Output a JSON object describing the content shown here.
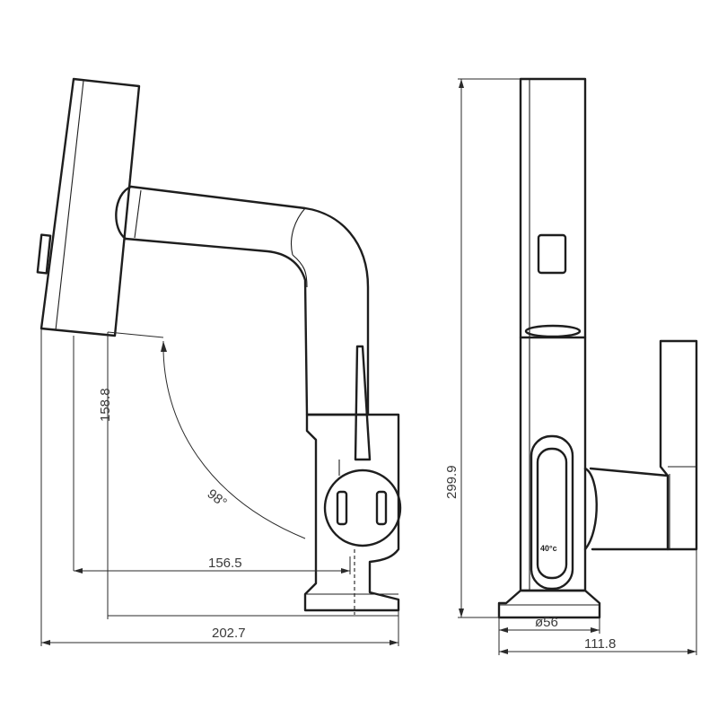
{
  "dimensions": {
    "side_height": "158.8",
    "tilt_angle": "98°",
    "spout_reach": "156.5",
    "total_reach": "202.7",
    "total_height": "299.9",
    "base_diameter": "ø56",
    "front_width": "111.8"
  },
  "display_reading": "40°c"
}
